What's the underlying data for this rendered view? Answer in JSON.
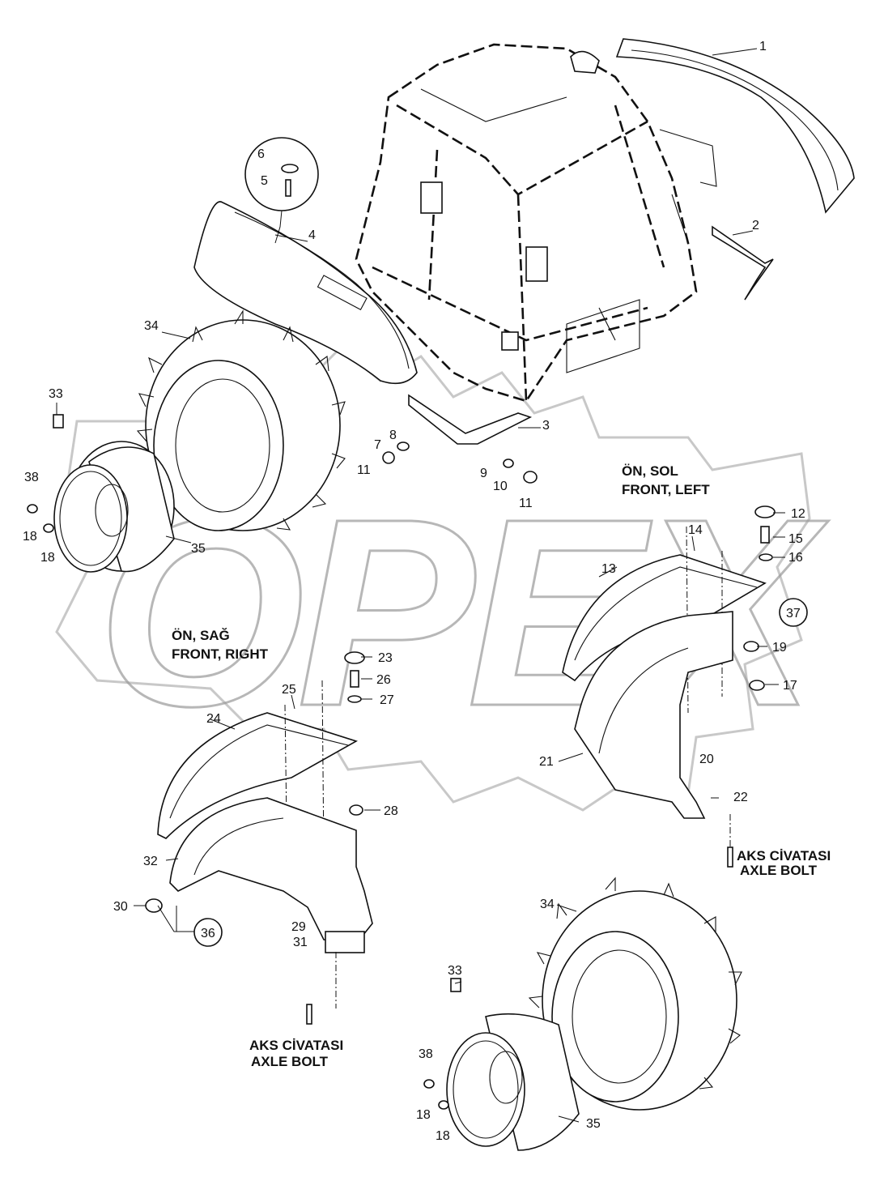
{
  "watermark": "OPEX",
  "captions": {
    "front_left_tr": "ÖN, SOL",
    "front_left_en": "FRONT, LEFT",
    "front_right_tr": "ÖN, SAĞ",
    "front_right_en": "FRONT, RIGHT",
    "axle_bolt_right_tr": "AKS CİVATASI",
    "axle_bolt_right_en": "AXLE BOLT",
    "axle_bolt_left_tr": "AKS CİVATASI",
    "axle_bolt_left_en": "AXLE BOLT"
  },
  "callouts": [
    "1",
    "2",
    "3",
    "4",
    "5",
    "6",
    "7",
    "8",
    "9",
    "10",
    "11",
    "11",
    "12",
    "13",
    "14",
    "15",
    "16",
    "17",
    "18",
    "18",
    "18",
    "18",
    "19",
    "20",
    "21",
    "22",
    "23",
    "24",
    "25",
    "26",
    "27",
    "28",
    "29",
    "30",
    "31",
    "32",
    "33",
    "33",
    "34",
    "34",
    "35",
    "35",
    "36",
    "37",
    "38",
    "38"
  ]
}
